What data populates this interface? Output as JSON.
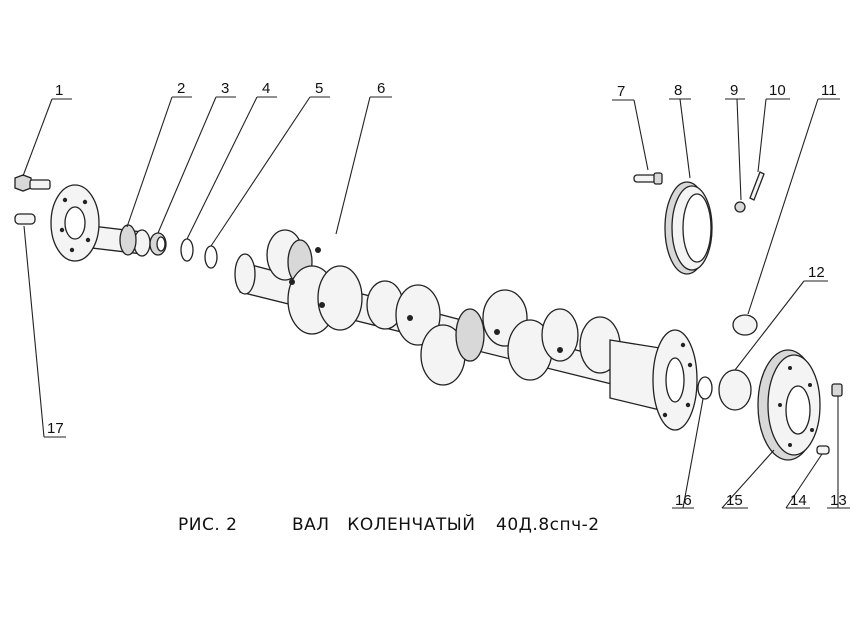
{
  "caption": {
    "fig": "РИС. 2",
    "title": "ВАЛ   КОЛЕНЧАТЫЙ",
    "model": "40Д.8спч-2"
  },
  "labels": [
    "1",
    "2",
    "3",
    "4",
    "5",
    "6",
    "7",
    "8",
    "9",
    "10",
    "11",
    "12",
    "13",
    "14",
    "15",
    "16",
    "17"
  ]
}
